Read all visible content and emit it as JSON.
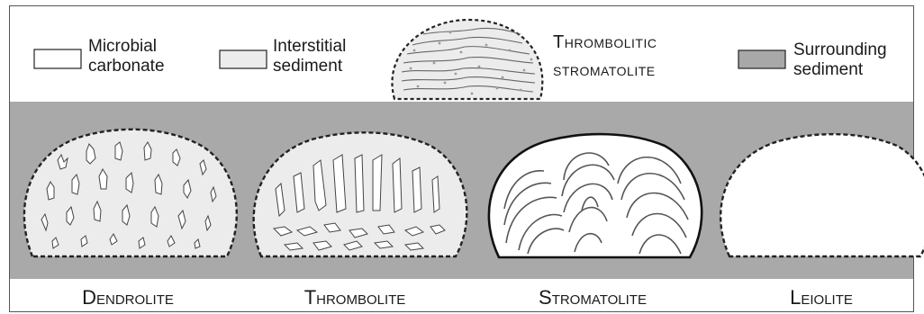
{
  "legend": {
    "microbial_carbonate": {
      "line1": "Microbial",
      "line2": "carbonate",
      "fill": "#ffffff"
    },
    "interstitial_sediment": {
      "line1": "Interstitial",
      "line2": "sediment",
      "fill": "#ececec"
    },
    "thrombolitic_stromatolite": {
      "line1": "Thrombolitic",
      "line2": "stromatolite"
    },
    "surrounding_sediment": {
      "line1": "Surrounding",
      "line2": "sediment",
      "fill": "#a8a8a8"
    }
  },
  "fabrics": [
    {
      "label": "Dendrolite"
    },
    {
      "label": "Thrombolite"
    },
    {
      "label": "Stromatolite"
    },
    {
      "label": "Leiolite"
    }
  ],
  "colors": {
    "surrounding": "#a9a9a9",
    "interstitial": "#ececec",
    "carbonate": "#ffffff",
    "outline": "#222222"
  }
}
